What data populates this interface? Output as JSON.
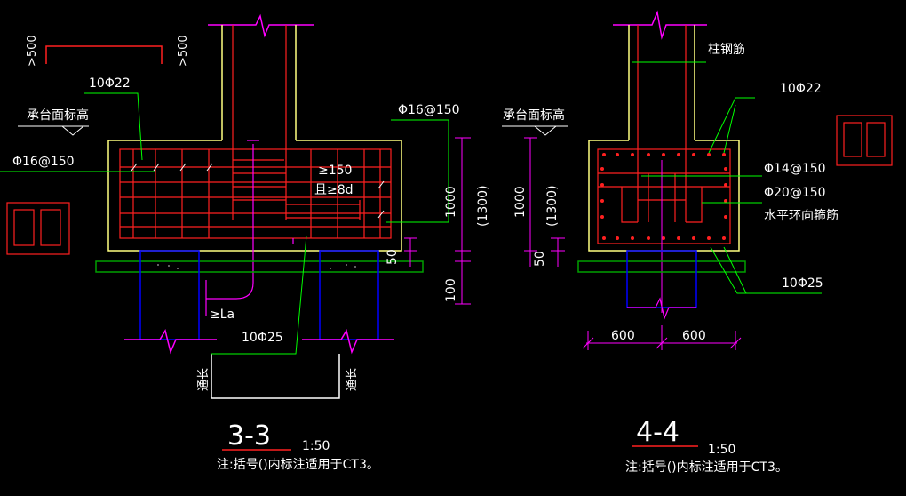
{
  "section_3_3": {
    "title": "3-3",
    "scale": "1:50",
    "note": "注:括号()内标注适用于CT3。",
    "dim_500_left": ">500",
    "dim_500_right": ">500",
    "label_10phi22": "10Φ22",
    "label_cap_top": "承台面标高",
    "label_phi16_left": "Φ16@150",
    "label_phi16_right": "Φ16@150",
    "label_ge150": "≥150",
    "label_8d": "且≥8d",
    "label_la": "≥La",
    "label_10phi25": "10Φ25",
    "dim_1000": "1000",
    "dim_1300": "(1300)",
    "dim_100": "100",
    "dim_50": "50",
    "label_pile_left": "通长",
    "label_pile_right": "通长"
  },
  "section_4_4": {
    "title": "4-4",
    "scale": "1:50",
    "note": "注:括号()内标注适用于CT3。",
    "label_col_rebar": "柱钢筋",
    "label_10phi22": "10Φ22",
    "label_cap_top": "承台面标高",
    "label_phi14": "Φ14@150",
    "label_phi20": "Φ20@150",
    "label_hoop": "水平环向箍筋",
    "label_10phi25": "10Φ25",
    "dim_1000": "1000",
    "dim_1300": "(1300)",
    "dim_50": "50",
    "dim_600_left": "600",
    "dim_600_right": "600"
  },
  "colors": {
    "background": "#000000",
    "concrete_outline": "#ffff80",
    "rebar": "#ff2020",
    "dimension": "#ff00ff",
    "leader": "#00ff00",
    "column": "#ffffff",
    "pile": "#0000ff",
    "cushion": "#00a000"
  }
}
